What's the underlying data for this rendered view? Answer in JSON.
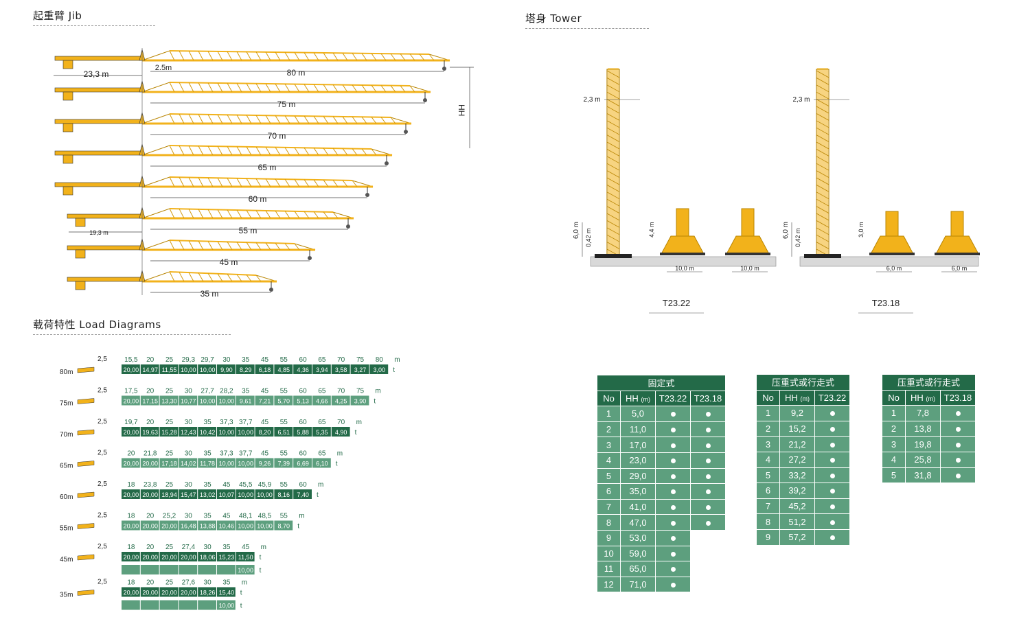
{
  "sections": {
    "jib": "起重臂 Jib",
    "tower": "塔身 Tower",
    "load": "载荷特性 Load Diagrams"
  },
  "jib_diagram": {
    "hh_label": "HH",
    "counter_jib": "23,3 m",
    "counter_jib_short": "19,3 m",
    "offset": "2.5m",
    "jibs": [
      {
        "length_label": "80 m",
        "length": 80
      },
      {
        "length_label": "75 m",
        "length": 75
      },
      {
        "length_label": "70 m",
        "length": 70
      },
      {
        "length_label": "65 m",
        "length": 65
      },
      {
        "length_label": "60 m",
        "length": 60
      },
      {
        "length_label": "55 m",
        "length": 55
      },
      {
        "length_label": "45 m",
        "length": 45
      },
      {
        "length_label": "35 m",
        "length": 35
      }
    ]
  },
  "tower_diagram": {
    "models": [
      {
        "name": "T23.22",
        "section": "2,3 m",
        "base_h": "6,0 m",
        "anchor": "0,42 m",
        "ballast_h": "4,4 m",
        "width": "10,0 m"
      },
      {
        "name": "T23.18",
        "section": "2,3 m",
        "base_h": "6,0 m",
        "anchor": "0,42 m",
        "ballast_h": "3,0 m",
        "width": "6,0 m"
      }
    ]
  },
  "load_diagrams": {
    "start_radius": "2,5",
    "rows": [
      {
        "jib": "80m",
        "radii": [
          "15,5",
          "20",
          "25",
          "29,3",
          "29,7",
          "30",
          "35",
          "45",
          "55",
          "60",
          "65",
          "70",
          "75",
          "80"
        ],
        "loads": [
          "20,00",
          "14,97",
          "11,55",
          "10,00",
          "10,00",
          "9,90",
          "8,29",
          "6,18",
          "4,85",
          "4,36",
          "3,94",
          "3,58",
          "3,27",
          "3,00"
        ],
        "loads2": []
      },
      {
        "jib": "75m",
        "radii": [
          "17,5",
          "20",
          "25",
          "30",
          "27,7",
          "28,2",
          "35",
          "45",
          "55",
          "60",
          "65",
          "70",
          "75"
        ],
        "loads": [
          "20,00",
          "17,15",
          "13,30",
          "10,77",
          "10,00",
          "10,00",
          "9,61",
          "7,21",
          "5,70",
          "5,13",
          "4,66",
          "4,25",
          "3,90"
        ],
        "loads2": []
      },
      {
        "jib": "70m",
        "radii": [
          "19,7",
          "20",
          "25",
          "30",
          "35",
          "37,3",
          "37,7",
          "45",
          "55",
          "60",
          "65",
          "70"
        ],
        "loads": [
          "20,00",
          "19,63",
          "15,28",
          "12,43",
          "10,42",
          "10,00",
          "10,00",
          "8,20",
          "6,51",
          "5,88",
          "5,35",
          "4,90"
        ],
        "loads2": []
      },
      {
        "jib": "65m",
        "radii": [
          "20",
          "21,8",
          "25",
          "30",
          "35",
          "37,3",
          "37,7",
          "45",
          "55",
          "60",
          "65"
        ],
        "loads": [
          "20,00",
          "20,00",
          "17,18",
          "14,02",
          "11,78",
          "10,00",
          "10,00",
          "9,26",
          "7,39",
          "6,69",
          "6,10"
        ],
        "loads2": []
      },
      {
        "jib": "60m",
        "radii": [
          "18",
          "23,8",
          "25",
          "30",
          "35",
          "45",
          "45,5",
          "45,9",
          "55",
          "60"
        ],
        "loads": [
          "20,00",
          "20,00",
          "18,94",
          "15,47",
          "13,02",
          "10,07",
          "10,00",
          "10,00",
          "8,16",
          "7,40"
        ],
        "loads2": []
      },
      {
        "jib": "55m",
        "radii": [
          "18",
          "20",
          "25,2",
          "30",
          "35",
          "45",
          "48,1",
          "48,5",
          "55"
        ],
        "loads": [
          "20,00",
          "20,00",
          "20,00",
          "16,48",
          "13,88",
          "10,46",
          "10,00",
          "10,00",
          "8,70"
        ],
        "loads2": []
      },
      {
        "jib": "45m",
        "radii": [
          "18",
          "20",
          "25",
          "27,4",
          "30",
          "35",
          "45"
        ],
        "loads": [
          "20,00",
          "20,00",
          "20,00",
          "20,00",
          "18,06",
          "15,23",
          "11,50"
        ],
        "loads2": [
          "",
          "",
          "",
          "",
          "",
          "",
          "10,00"
        ]
      },
      {
        "jib": "35m",
        "radii": [
          "18",
          "20",
          "25",
          "27,6",
          "30",
          "35"
        ],
        "loads": [
          "20,00",
          "20,00",
          "20,00",
          "20,00",
          "18,26",
          "15,40"
        ],
        "loads2": [
          "",
          "",
          "",
          "",
          "",
          "10,00"
        ]
      }
    ],
    "unit_m": "m",
    "unit_t": "t"
  },
  "tables": {
    "fixed": {
      "title": "固定式",
      "headers": [
        "No",
        "HH",
        "(m)",
        "T23.22",
        "T23.18"
      ],
      "rows": [
        {
          "no": "1",
          "hh": "5,0",
          "a": true,
          "b": true
        },
        {
          "no": "2",
          "hh": "11,0",
          "a": true,
          "b": true
        },
        {
          "no": "3",
          "hh": "17,0",
          "a": true,
          "b": true
        },
        {
          "no": "4",
          "hh": "23,0",
          "a": true,
          "b": true
        },
        {
          "no": "5",
          "hh": "29,0",
          "a": true,
          "b": true
        },
        {
          "no": "6",
          "hh": "35,0",
          "a": true,
          "b": true
        },
        {
          "no": "7",
          "hh": "41,0",
          "a": true,
          "b": true
        },
        {
          "no": "8",
          "hh": "47,0",
          "a": true,
          "b": true
        },
        {
          "no": "9",
          "hh": "53,0",
          "a": true,
          "b": false
        },
        {
          "no": "10",
          "hh": "59,0",
          "a": true,
          "b": false
        },
        {
          "no": "11",
          "hh": "65,0",
          "a": true,
          "b": false
        },
        {
          "no": "12",
          "hh": "71,0",
          "a": true,
          "b": false
        }
      ]
    },
    "ballast22": {
      "title": "压重式或行走式",
      "headers": [
        "No",
        "HH",
        "(m)",
        "T23.22"
      ],
      "rows": [
        {
          "no": "1",
          "hh": "9,2"
        },
        {
          "no": "2",
          "hh": "15,2"
        },
        {
          "no": "3",
          "hh": "21,2"
        },
        {
          "no": "4",
          "hh": "27,2"
        },
        {
          "no": "5",
          "hh": "33,2"
        },
        {
          "no": "6",
          "hh": "39,2"
        },
        {
          "no": "7",
          "hh": "45,2"
        },
        {
          "no": "8",
          "hh": "51,2"
        },
        {
          "no": "9",
          "hh": "57,2"
        }
      ]
    },
    "ballast18": {
      "title": "压重式或行走式",
      "headers": [
        "No",
        "HH",
        "(m)",
        "T23.18"
      ],
      "rows": [
        {
          "no": "1",
          "hh": "7,8"
        },
        {
          "no": "2",
          "hh": "13,8"
        },
        {
          "no": "3",
          "hh": "19,8"
        },
        {
          "no": "4",
          "hh": "25,8"
        },
        {
          "no": "5",
          "hh": "31,8"
        }
      ]
    }
  },
  "colors": {
    "jib": "#f2b21b",
    "dark_green": "#236a48",
    "light_green": "#5d9f7e"
  }
}
